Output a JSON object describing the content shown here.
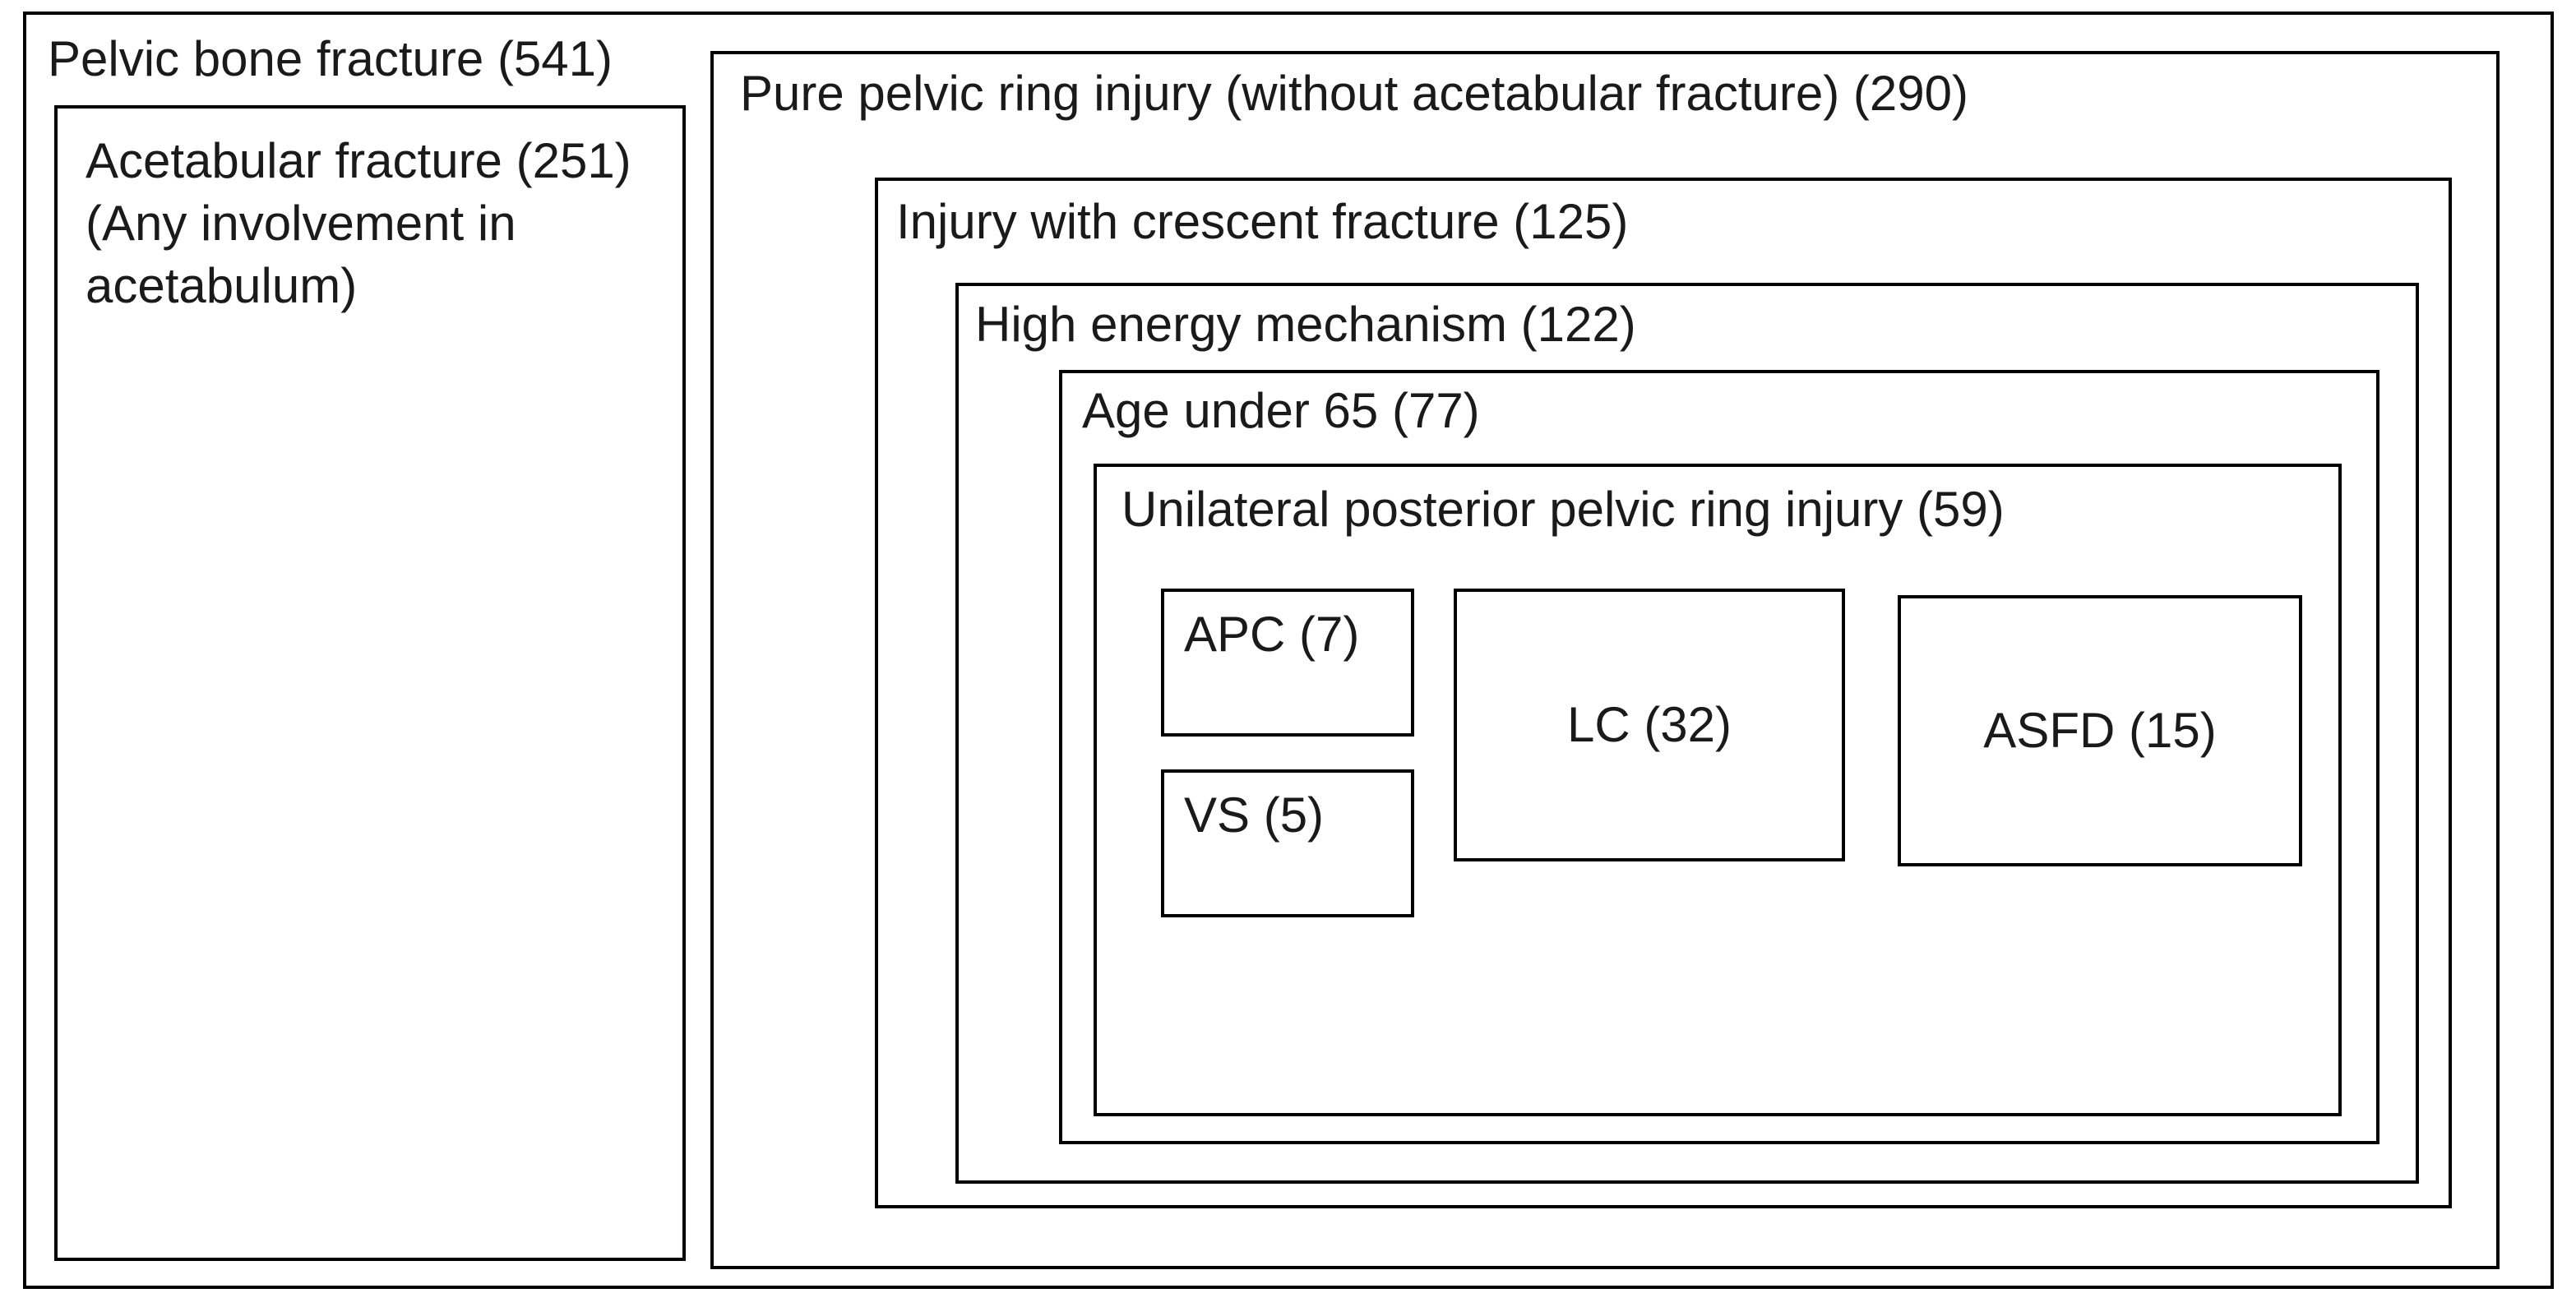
{
  "page": {
    "background_color": "#ffffff",
    "border_color": "#000000",
    "text_color": "#1a1a1a"
  },
  "diagram": {
    "type": "nested-set-diagram",
    "boxes": {
      "pelvic_bone_fracture": {
        "label": "Pelvic bone fracture (541)",
        "count": 541
      },
      "acetabular_fracture": {
        "label_lines": [
          "Acetabular fracture (251)",
          "(Any involvement in",
          "acetabulum)"
        ],
        "count": 251
      },
      "pure_pelvic_ring_injury": {
        "label": "Pure pelvic ring injury (without acetabular fracture) (290)",
        "count": 290
      },
      "injury_with_crescent_fracture": {
        "label": "Injury with crescent fracture (125)",
        "count": 125
      },
      "high_energy_mechanism": {
        "label": "High energy mechanism (122)",
        "count": 122
      },
      "age_under_65": {
        "label": "Age under 65 (77)",
        "count": 77
      },
      "unilateral_posterior_pelvic_ring_injury": {
        "label": "Unilateral posterior pelvic ring injury (59)",
        "count": 59
      },
      "apc": {
        "label": "APC (7)",
        "count": 7
      },
      "vs": {
        "label": "VS (5)",
        "count": 5
      },
      "lc": {
        "label": "LC (32)",
        "count": 32
      },
      "asfd": {
        "label": "ASFD (15)",
        "count": 15
      }
    }
  }
}
